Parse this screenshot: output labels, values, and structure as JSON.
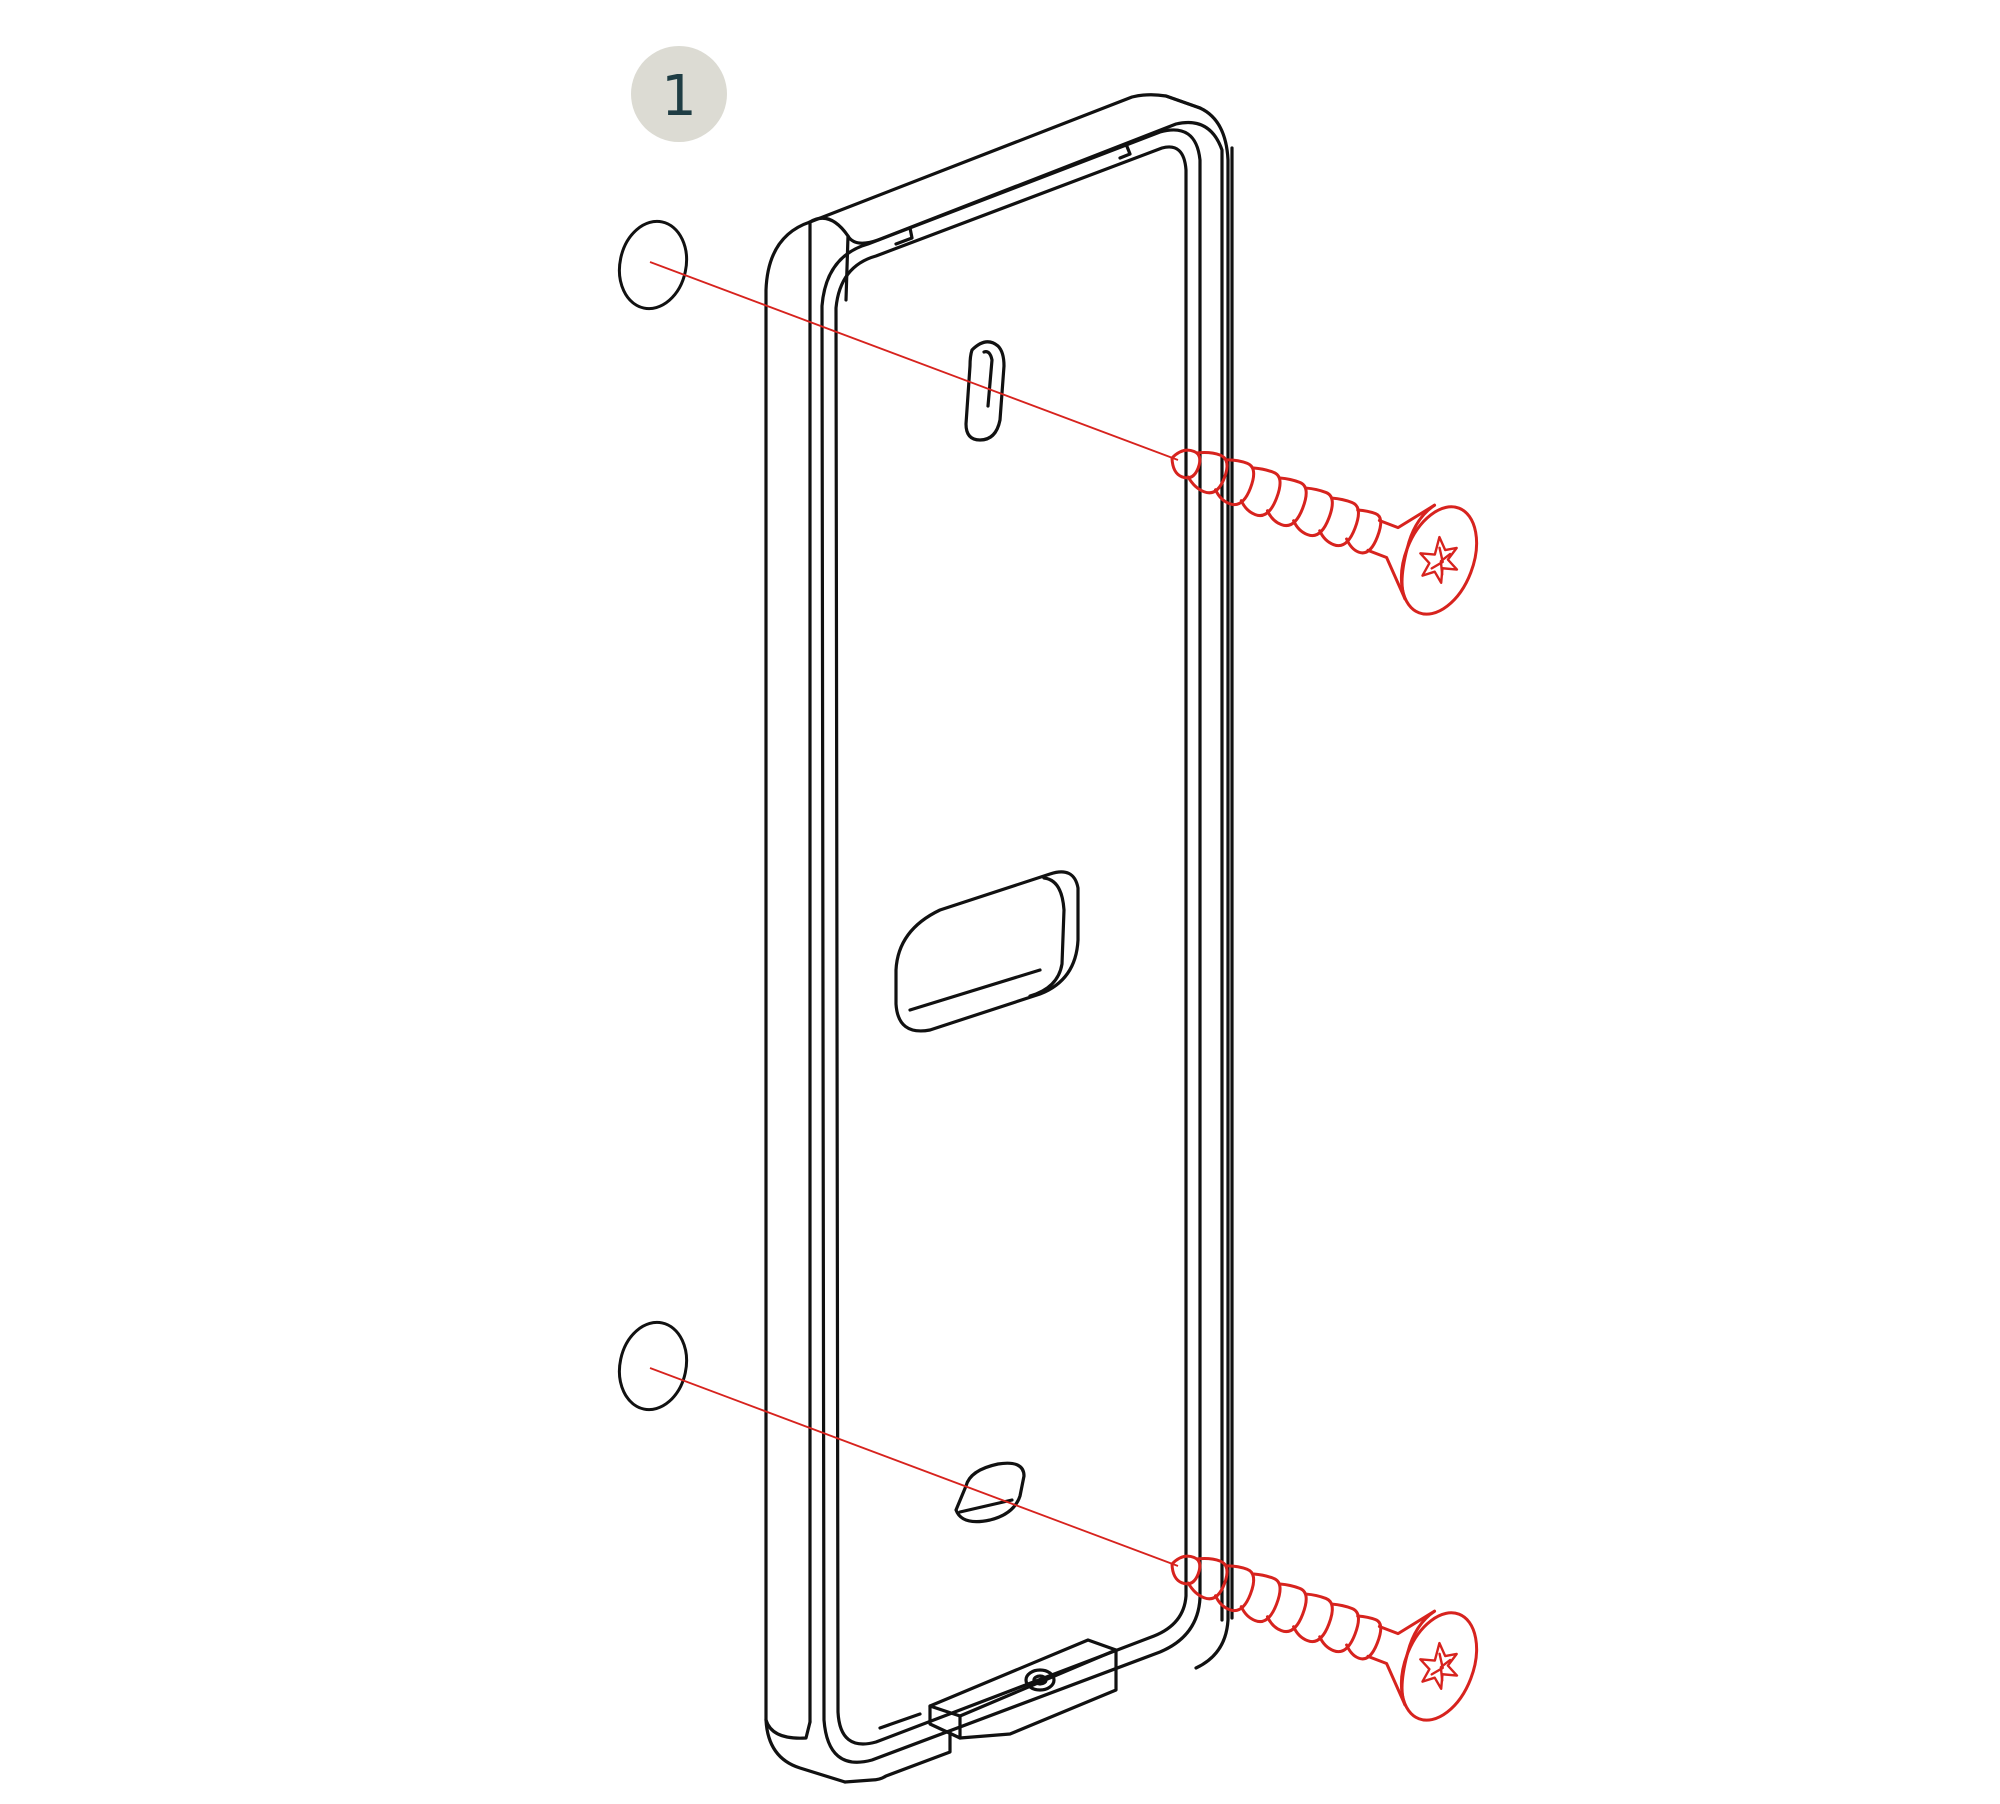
{
  "step": {
    "number": "1"
  },
  "colors": {
    "background": "#ffffff",
    "outline": "#111111",
    "screw": "#d7231e",
    "guide_line": "#d7231e",
    "badge_fill": "#dcdbd3",
    "badge_text": "#1f3d44"
  },
  "parts": {
    "mounting_plate": "mounting-bracket",
    "screws": [
      "screw-top",
      "screw-bottom"
    ],
    "wall_holes": [
      "wall-hole-top",
      "wall-hole-bottom"
    ]
  }
}
